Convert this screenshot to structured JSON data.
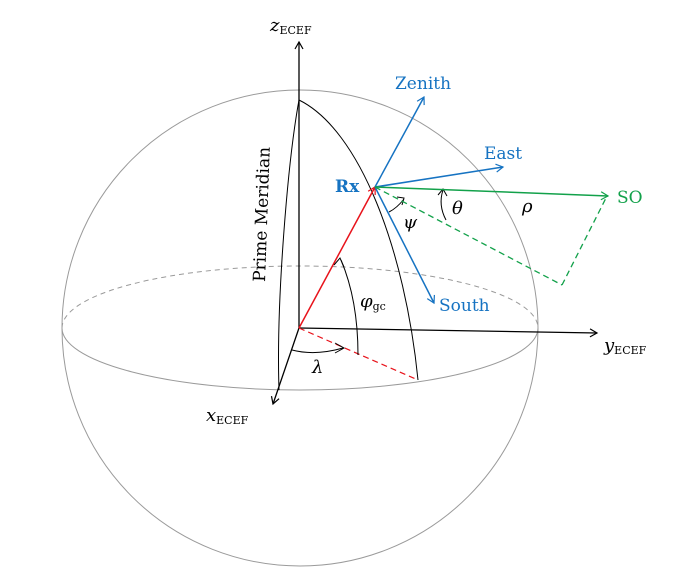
{
  "labels": {
    "z_axis": {
      "main": "z",
      "sub": "ECEF"
    },
    "y_axis": {
      "main": "y",
      "sub": "ECEF"
    },
    "x_axis": {
      "main": "x",
      "sub": "ECEF"
    },
    "zenith": "Zenith",
    "east": "East",
    "south": "South",
    "receiver": "Rx",
    "space_object": "SO",
    "prime_meridian": "Prime Meridian",
    "theta": "θ",
    "rho": "ρ",
    "psi": "ψ",
    "phi": {
      "main": "φ",
      "sub": "gc"
    },
    "lambda": "λ"
  },
  "colors": {
    "sphere": "#9a9a9a",
    "axes": "#000000",
    "topocentric_frame": "#1673c2",
    "space_object_geometry": "#12a14a",
    "receiver_position_vector": "#e8131b",
    "meridian_projection": "#e8131b"
  }
}
